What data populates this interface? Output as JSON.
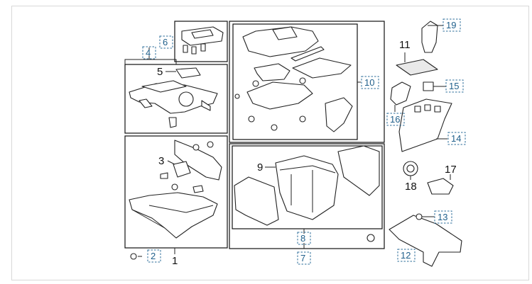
{
  "callouts": {
    "c1": "1",
    "c2": "2",
    "c3": "3",
    "c4": "4",
    "c5": "5",
    "c6": "6",
    "c7": "7",
    "c8": "8",
    "c9": "9",
    "c10": "10",
    "c11": "11",
    "c12": "12",
    "c13": "13",
    "c14": "14",
    "c15": "15",
    "c16": "16",
    "c17": "17",
    "c18": "18",
    "c19": "19"
  },
  "colors": {
    "callout_box": "#2b6c9a",
    "line": "#222222"
  }
}
